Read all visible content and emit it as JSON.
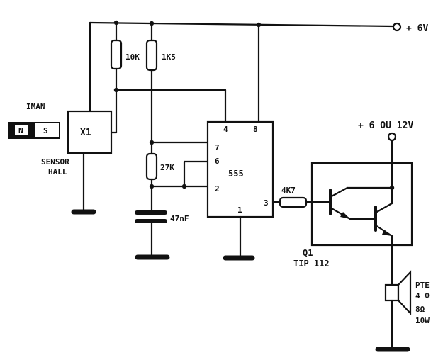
{
  "supply_main": "+ 6V",
  "supply_out": "+ 6  OU  12V",
  "magnet": {
    "title": "IMAN",
    "north": "N",
    "south": "S"
  },
  "hall_sensor": {
    "ref": "X1",
    "line1": "SENSOR",
    "line2": "HALL"
  },
  "resistors": {
    "r1": "10K",
    "r2": "1K5",
    "r3": "27K",
    "r4": "4K7"
  },
  "capacitor": "47nF",
  "ic": {
    "name": "555",
    "pins": {
      "p1": "1",
      "p2": "2",
      "p3": "3",
      "p4": "4",
      "p6": "6",
      "p7": "7",
      "p8": "8"
    }
  },
  "transistor": {
    "ref": "Q1",
    "part": "TIP 112"
  },
  "speaker": {
    "line1": "PTE",
    "line2": "4    Ω",
    "line3": "8Ω",
    "line4": "10W"
  }
}
